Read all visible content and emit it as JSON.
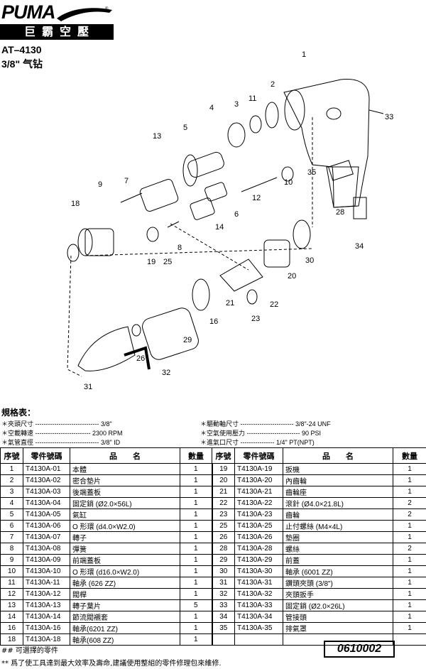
{
  "header": {
    "brand": "PUMA",
    "brand_chinese": "巨霸空壓",
    "model": "AT–4130",
    "product": "3/8\" 气钻"
  },
  "diagram": {
    "callouts": [
      "1",
      "2",
      "3",
      "4",
      "5",
      "6",
      "7",
      "8",
      "9",
      "10",
      "11",
      "12",
      "13",
      "14",
      "16",
      "18",
      "19",
      "20",
      "21",
      "22",
      "23",
      "25",
      "26",
      "28",
      "29",
      "30",
      "31",
      "32",
      "33",
      "34",
      "35"
    ]
  },
  "specs": {
    "title": "規格表：",
    "items": [
      {
        "label": "＊夾頭尺寸",
        "value": "3/8\""
      },
      {
        "label": "＊驅動軸尺寸",
        "value": "3/8\"-24 UNF"
      },
      {
        "label": "＊空載轉速",
        "value": "2300 RPM"
      },
      {
        "label": "＊空氣使用壓力",
        "value": "90 PSI"
      },
      {
        "label": "＊氣管直徑",
        "value": "3/8\" ID"
      },
      {
        "label": "＊進氣口尺寸",
        "value": "1/4\" PT(NPT)"
      }
    ]
  },
  "table": {
    "headers": [
      "序號",
      "零件號碼",
      "品　　名",
      "數量",
      "序號",
      "零件號碼",
      "品　　名",
      "數量"
    ],
    "rows": [
      [
        "1",
        "T4130A-01",
        "本體",
        "1",
        "19",
        "T4130A-19",
        "扳機",
        "1"
      ],
      [
        "2",
        "T4130A-02",
        "密合墊片",
        "1",
        "20",
        "T4130A-20",
        "內齒輪",
        "1"
      ],
      [
        "3",
        "T4130A-03",
        "後端蓋板",
        "1",
        "21",
        "T4130A-21",
        "齒輪座",
        "1"
      ],
      [
        "4",
        "T4130A-04",
        "固定銷 (Ø2.0×56L)",
        "1",
        "22",
        "T4130A-22",
        "滾針 (Ø4.0×21.8L)",
        "2"
      ],
      [
        "5",
        "T4130A-05",
        "氣缸",
        "1",
        "23",
        "T4130A-23",
        "齒輪",
        "2"
      ],
      [
        "6",
        "T4130A-06",
        "O 形環 (d4.0×W2.0)",
        "1",
        "25",
        "T4130A-25",
        "止付螺絲 (M4×4L)",
        "1"
      ],
      [
        "7",
        "T4130A-07",
        "轉子",
        "1",
        "26",
        "T4130A-26",
        "墊圈",
        "1"
      ],
      [
        "8",
        "T4130A-08",
        "彈簧",
        "1",
        "28",
        "T4130A-28",
        "螺絲",
        "2"
      ],
      [
        "9",
        "T4130A-09",
        "前端蓋板",
        "1",
        "29",
        "T4130A-29",
        "前蓋",
        "1"
      ],
      [
        "10",
        "T4130A-10",
        "O 形環 (d16.0×W2.0)",
        "1",
        "30",
        "T4130A-30",
        "軸承 (6001 ZZ)",
        "1"
      ],
      [
        "11",
        "T4130A-11",
        "軸承 (626 ZZ)",
        "1",
        "31",
        "T4130A-31",
        "鑽頭夾頭 (3/8\")",
        "1"
      ],
      [
        "12",
        "T4130A-12",
        "閥桿",
        "1",
        "32",
        "T4130A-32",
        "夾頭扳手",
        "1"
      ],
      [
        "13",
        "T4130A-13",
        "轉子葉片",
        "5",
        "33",
        "T4130A-33",
        "固定銷 (Ø2.0×26L)",
        "1"
      ],
      [
        "14",
        "T4130A-14",
        "節流閥襯套",
        "1",
        "34",
        "T4130A-34",
        "管接頭",
        "1"
      ],
      [
        "16",
        "T4130A-16",
        "軸承(6201 ZZ)",
        "1",
        "35",
        "T4130A-35",
        "排氣罩",
        "1"
      ],
      [
        "18",
        "T4130A-18",
        "軸承(608 ZZ)",
        "1",
        "",
        "",
        "",
        ""
      ]
    ]
  },
  "footer": {
    "optional_note": "## 可選擇的零件",
    "code": "0610002",
    "advice": "**  爲了使工具達到最大效率及壽命,建議使用整組的零件修理包來維修."
  }
}
